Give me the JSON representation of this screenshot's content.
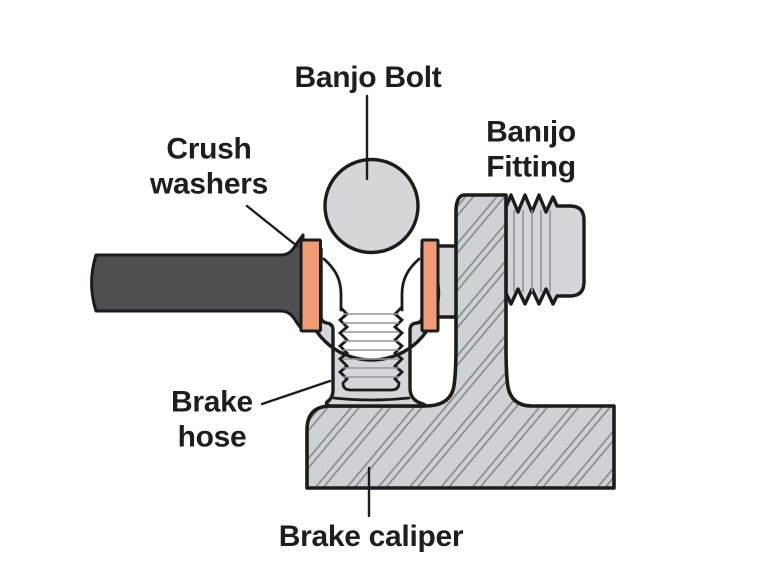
{
  "figure": {
    "type": "technical cross-section diagram",
    "subject": "Banjo bolt connection between a brake hose and a brake caliper"
  },
  "labels": {
    "banjo_bolt": "Banjo Bolt",
    "crush_washers": "Crush\nwashers",
    "banjo_fitting": "Banıjo\nFitting",
    "brake_hose": "Brake\nhose",
    "brake_caliper": "Brake caliper"
  },
  "parts": [
    {
      "id": "banjo-bolt",
      "description": "ring-eye bolt with threaded shank, light gray"
    },
    {
      "id": "crush-washer-left",
      "description": "orange sealing washer between hose end and banjo eye"
    },
    {
      "id": "crush-washer-right",
      "description": "orange sealing washer between banjo eye and caliper"
    },
    {
      "id": "brake-hose",
      "description": "dark flexible hose entering from the left"
    },
    {
      "id": "banjo-fitting",
      "description": "threaded fitting stud on right side of caliper, hatched body"
    },
    {
      "id": "brake-caliper",
      "description": "hatched cross-section caliper body at bottom"
    }
  ],
  "colors": {
    "bg": "#ffffff",
    "metal": "#d4d6d9",
    "metal2": "#cfd2d5",
    "hatch": "#7f848a",
    "outline": "#1b1c1e",
    "washer": "#f09b76",
    "hose": "#4e4f51",
    "thread": "#8f959b",
    "label": "#1d1e20"
  }
}
